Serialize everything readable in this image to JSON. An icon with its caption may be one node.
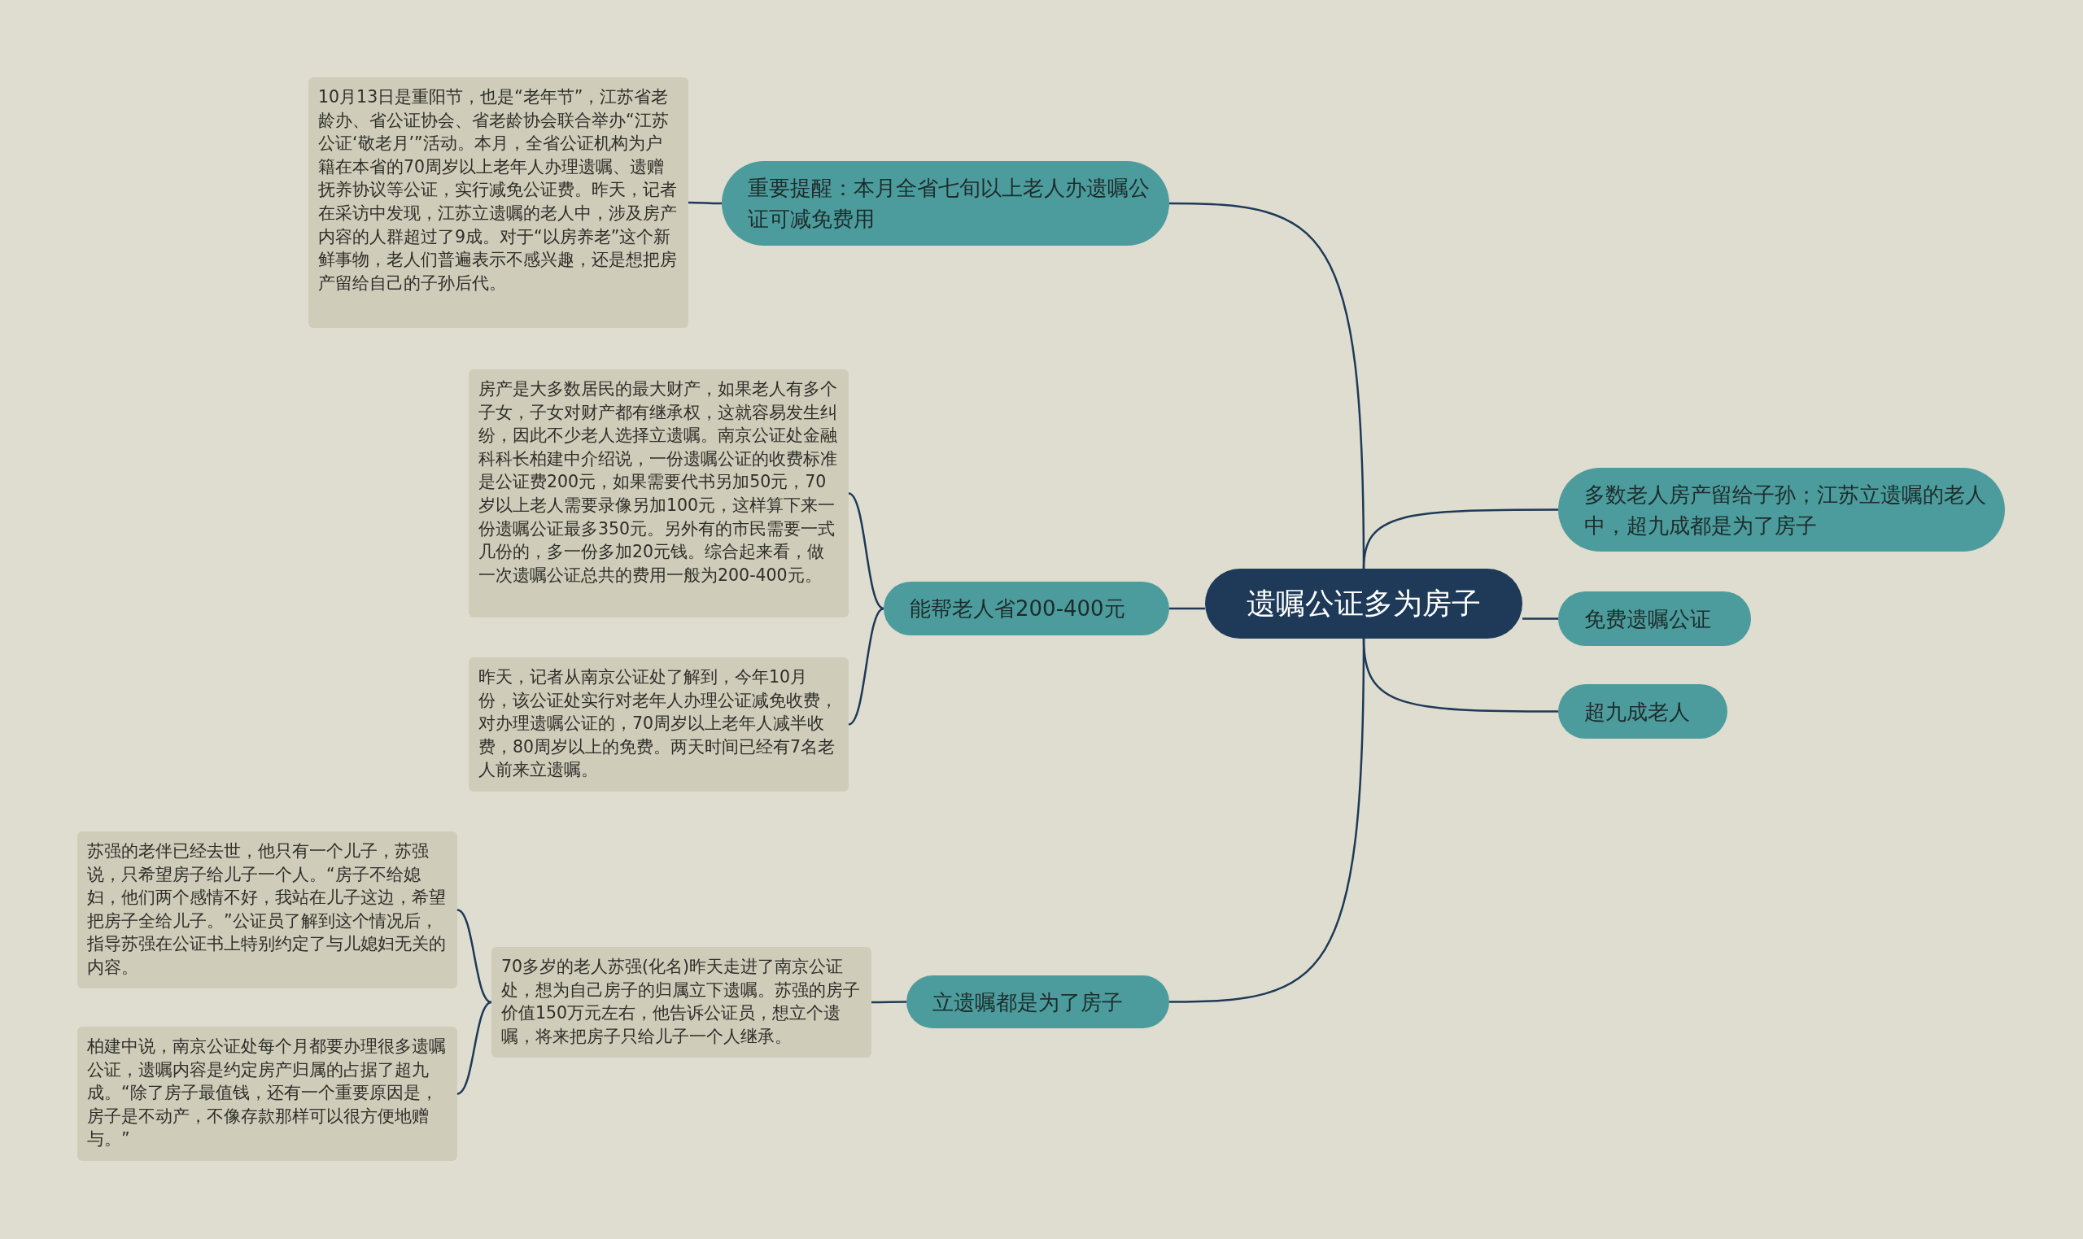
{
  "diagram": {
    "nodes": [
      {
        "text": [
          "遗嘱公证多为房子"
        ]
      },
      {
        "text": [
          "重要提醒：本月全省七旬以上老人办遗嘱公证可减免费用"
        ]
      },
      {
        "text": [
          "10月13日是重阳节，也是“老年节”，江苏省老龄办、省公证协会、省老龄协会联合举办“江苏公证‘敬老月’”活动。本月，全省公证机构为户籍在本省的70周岁以上老年人办理遗嘱、遗赠抚养协议等公证，实行减免公证费。昨天，记者在采访中发现，江苏立遗嘱的老人中，涉及房产内容的人群超过了9成。对于“以房养老”这个新鲜事物，老人们普遍表示不感兴趣，还是想把房产留给自己的子孙后代。"
        ]
      },
      {
        "text": [
          "能帮老人省200-400元"
        ]
      },
      {
        "text": [
          "房产是大多数居民的最大财产，如果老人有多个子女，子女对财产都有继承权，这就容易发生纠纷，因此不少老人选择立遗嘱。南京公证处金融科科长柏建中介绍说，一份遗嘱公证的收费标准是公证费200元，如果需要代书另加50元，70岁以上老人需要录像另加100元，这样算下来一份遗嘱公证最多350元。另外有的市民需要一式几份的，多一份多加20元钱。综合起来看，做一次遗嘱公证总共的费用一般为200-400元。"
        ]
      },
      {
        "text": [
          "昨天，记者从南京公证处了解到，今年10月份，该公证处实行对老年人办理公证减免收费，对办理遗嘱公证的，70周岁以上老年人减半收费，80周岁以上的免费。两天时间已经有7名老人前来立遗嘱。"
        ]
      },
      {
        "text": [
          "立遗嘱都是为了房子"
        ]
      },
      {
        "text": [
          "70多岁的老人苏强(化名)昨天走进了南京公证处，想为自己房子的归属立下遗嘱。苏强的房子价值150万元左右，他告诉公证员，想立个遗嘱，将来把房子只给儿子一个人继承。"
        ]
      },
      {
        "text": [
          "苏强的老伴已经去世，他只有一个儿子，苏强说，只希望房子给儿子一个人。“房子不给媳妇，他们两个感情不好，我站在儿子这边，希望把房子全给儿子。”公证员了解到这个情况后，指导苏强在公证书上特别约定了与儿媳妇无关的内容。"
        ]
      },
      {
        "text": [
          "柏建中说，南京公证处每个月都要办理很多遗嘱公证，遗嘱内容是约定房产归属的占据了超九成。“除了房子最值钱，还有一个重要原因是，房子是不动产，不像存款那样可以很方便地赠与。”"
        ]
      },
      {
        "text": [
          "多数老人房产留给子孙；江苏立遗嘱的老人中，超九成都是为了房子"
        ]
      },
      {
        "text": [
          "免费遗嘱公证"
        ]
      },
      {
        "text": [
          "超九成老人"
        ]
      }
    ],
    "edges": [
      {
        "from": 0,
        "to": 1,
        "arrow": "none"
      },
      {
        "from": 1,
        "to": 2,
        "arrow": "none"
      },
      {
        "from": 0,
        "to": 3,
        "arrow": "none"
      },
      {
        "from": 3,
        "to": 4,
        "arrow": "none"
      },
      {
        "from": 3,
        "to": 5,
        "arrow": "none"
      },
      {
        "from": 0,
        "to": 6,
        "arrow": "none"
      },
      {
        "from": 6,
        "to": 7,
        "arrow": "none"
      },
      {
        "from": 7,
        "to": 8,
        "arrow": "none"
      },
      {
        "from": 7,
        "to": 9,
        "arrow": "none"
      },
      {
        "from": 0,
        "to": 10,
        "arrow": "none"
      },
      {
        "from": 0,
        "to": 11,
        "arrow": "none"
      },
      {
        "from": 0,
        "to": 12,
        "arrow": "none"
      }
    ]
  }
}
